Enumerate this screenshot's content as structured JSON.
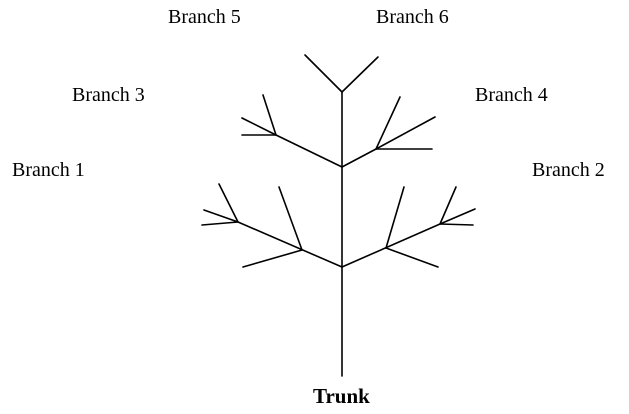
{
  "labels": {
    "branch_5": "Branch 5",
    "branch_6": "Branch 6",
    "branch_3": "Branch 3",
    "branch_4": "Branch 4",
    "branch_1": "Branch 1",
    "branch_2": "Branch 2",
    "trunk": "Trunk"
  },
  "colors": {
    "line": "#000000",
    "background": "#ffffff"
  }
}
